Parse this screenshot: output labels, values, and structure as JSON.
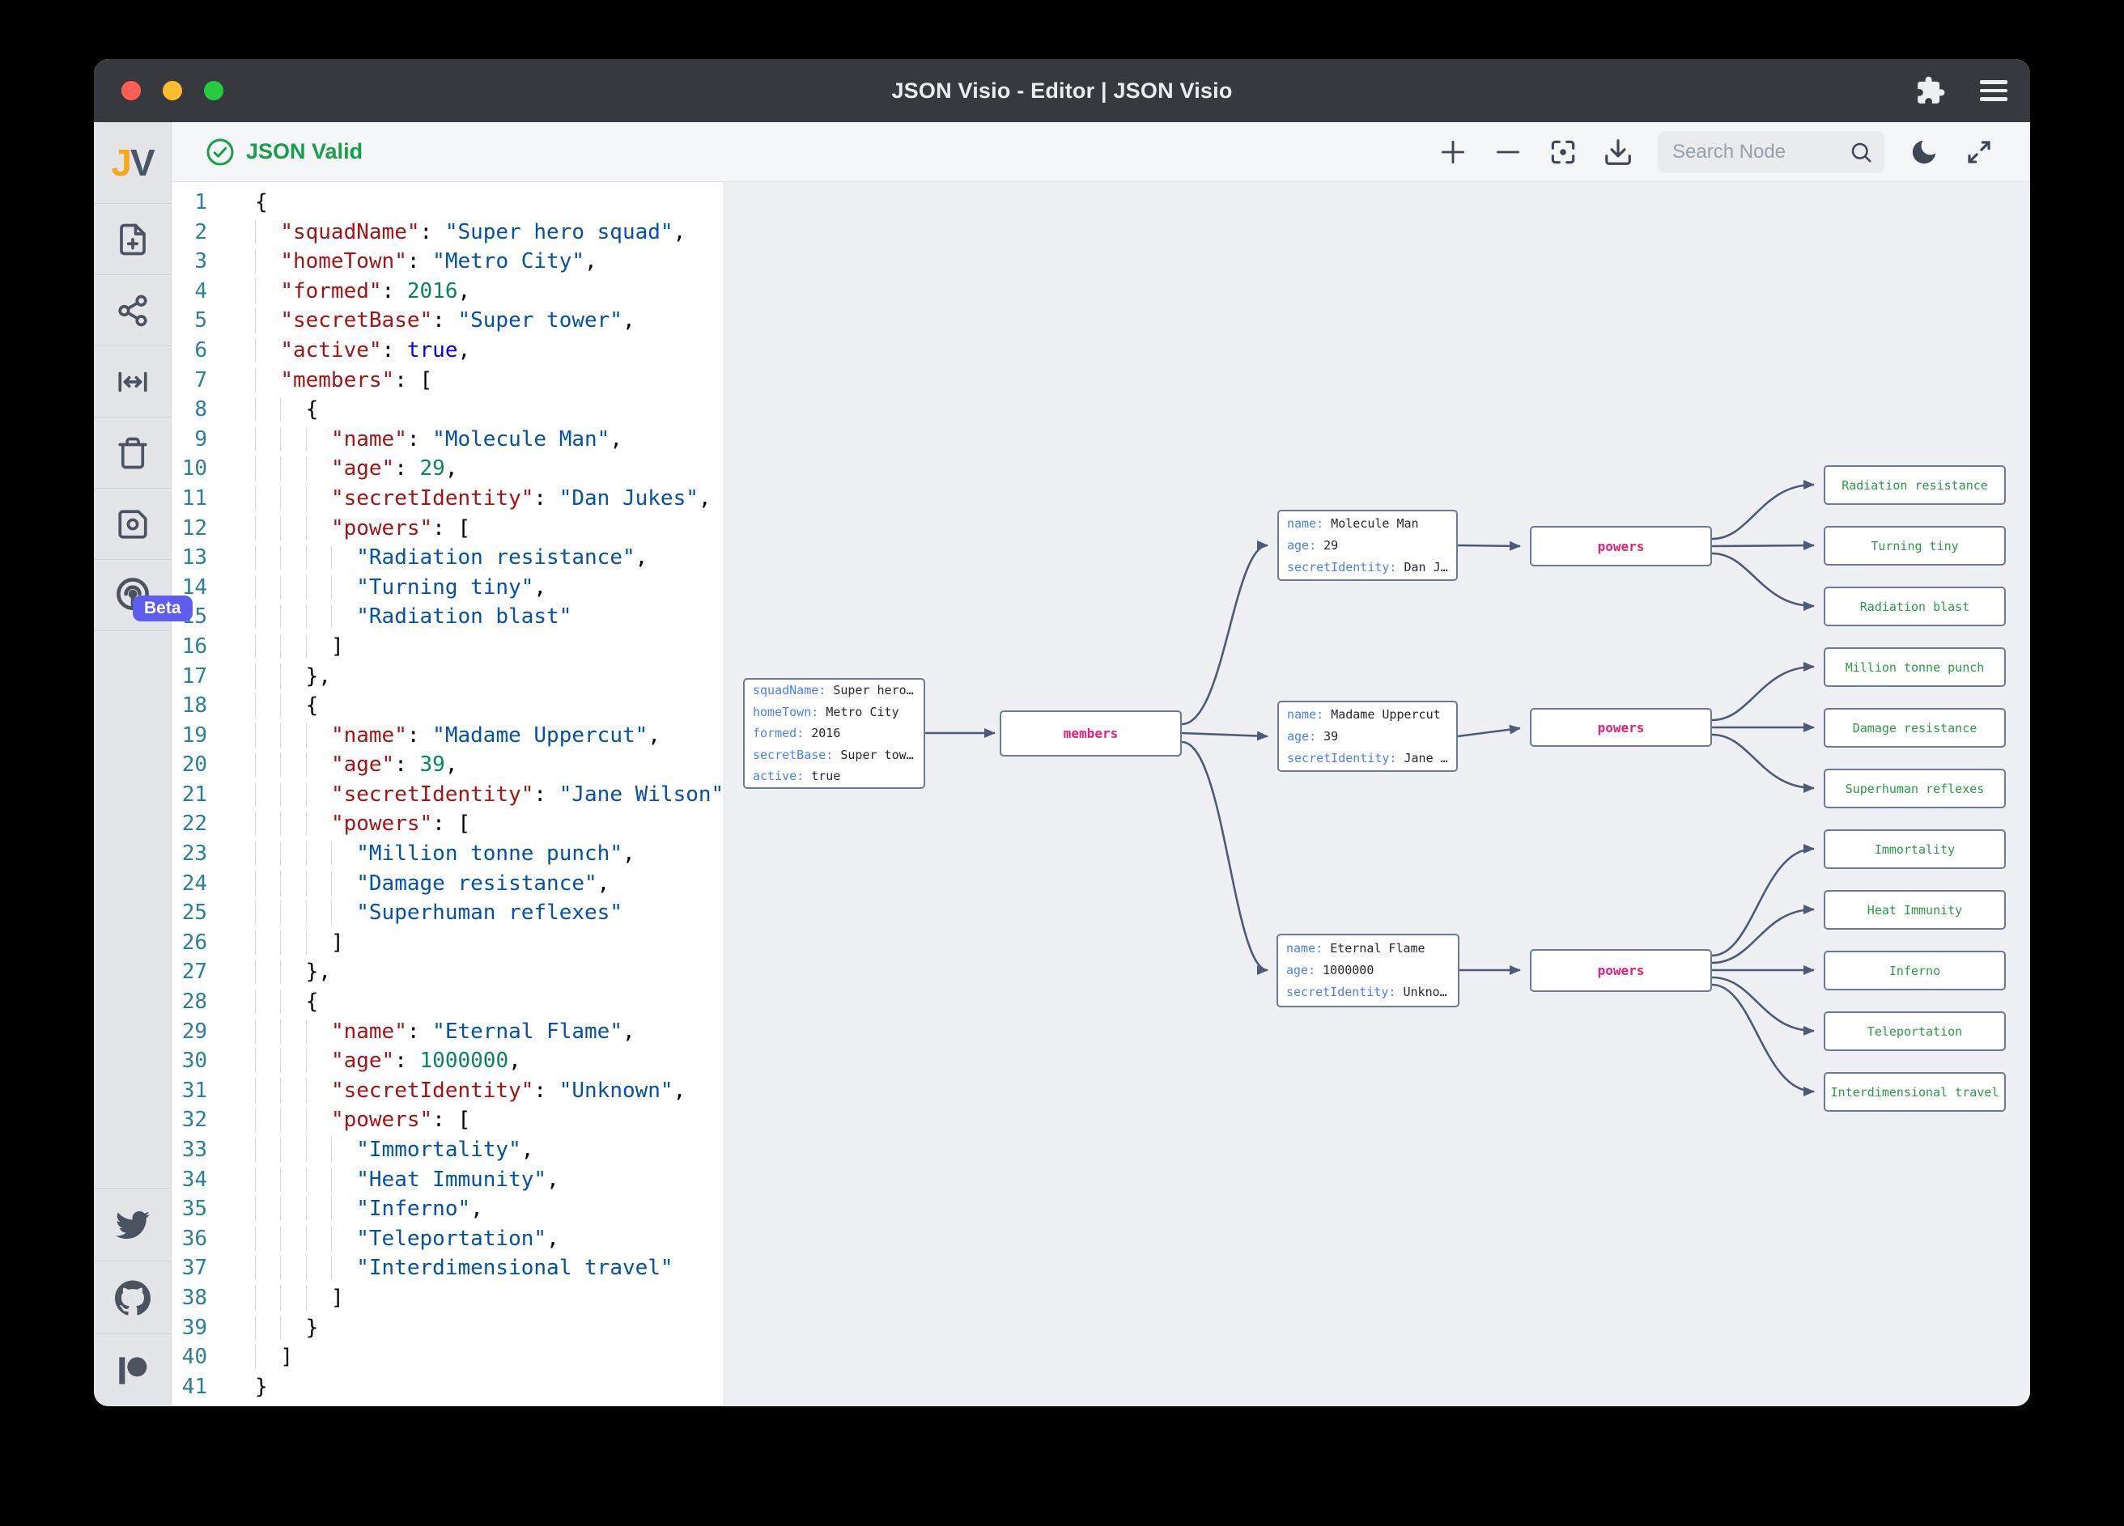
{
  "window": {
    "title": "JSON Visio - Editor | JSON Visio"
  },
  "titlebar_icons": [
    "extension-puzzle-icon",
    "menu-icon"
  ],
  "traffic_lights": {
    "close": "#ff5f57",
    "minimize": "#febc2e",
    "zoom": "#28c840"
  },
  "sidebar": {
    "logo": {
      "j": "J",
      "v": "V"
    },
    "icons": [
      "new-document-icon",
      "graph-share-icon",
      "expand-width-icon",
      "trash-icon",
      "save-icon",
      "live-transform-icon"
    ],
    "beta_badge": "Beta",
    "social_icons": [
      "twitter-icon",
      "github-icon",
      "patreon-icon"
    ]
  },
  "toolbar": {
    "status": "JSON Valid",
    "search_placeholder": "Search Node",
    "icons": [
      "zoom-in-icon",
      "zoom-out-icon",
      "center-focus-icon",
      "download-icon",
      "dark-mode-moon-icon",
      "fullscreen-icon"
    ]
  },
  "editor": {
    "lines": [
      "{",
      "  \"squadName\": \"Super hero squad\",",
      "  \"homeTown\": \"Metro City\",",
      "  \"formed\": 2016,",
      "  \"secretBase\": \"Super tower\",",
      "  \"active\": true,",
      "  \"members\": [",
      "    {",
      "      \"name\": \"Molecule Man\",",
      "      \"age\": 29,",
      "      \"secretIdentity\": \"Dan Jukes\",",
      "      \"powers\": [",
      "        \"Radiation resistance\",",
      "        \"Turning tiny\",",
      "        \"Radiation blast\"",
      "      ]",
      "    },",
      "    {",
      "      \"name\": \"Madame Uppercut\",",
      "      \"age\": 39,",
      "      \"secretIdentity\": \"Jane Wilson\",",
      "      \"powers\": [",
      "        \"Million tonne punch\",",
      "        \"Damage resistance\",",
      "        \"Superhuman reflexes\"",
      "      ]",
      "    },",
      "    {",
      "      \"name\": \"Eternal Flame\",",
      "      \"age\": 1000000,",
      "      \"secretIdentity\": \"Unknown\",",
      "      \"powers\": [",
      "        \"Immortality\",",
      "        \"Heat Immunity\",",
      "        \"Inferno\",",
      "        \"Teleportation\",",
      "        \"Interdimensional travel\"",
      "      ]",
      "    }",
      "  ]",
      "}"
    ]
  },
  "graph": {
    "root": {
      "rows": [
        {
          "key": "squadName:",
          "value": "Super hero…"
        },
        {
          "key": "homeTown:",
          "value": "Metro City"
        },
        {
          "key": "formed:",
          "value": "2016"
        },
        {
          "key": "secretBase:",
          "value": "Super tow…"
        },
        {
          "key": "active:",
          "value": "true"
        }
      ]
    },
    "members_label": "members",
    "powers_label": "powers",
    "members": [
      {
        "rows": [
          {
            "key": "name:",
            "value": "Molecule Man"
          },
          {
            "key": "age:",
            "value": "29"
          },
          {
            "key": "secretIdentity:",
            "value": "Dan J…"
          }
        ]
      },
      {
        "rows": [
          {
            "key": "name:",
            "value": "Madame Uppercut"
          },
          {
            "key": "age:",
            "value": "39"
          },
          {
            "key": "secretIdentity:",
            "value": "Jane …"
          }
        ]
      },
      {
        "rows": [
          {
            "key": "name:",
            "value": "Eternal Flame"
          },
          {
            "key": "age:",
            "value": "1000000"
          },
          {
            "key": "secretIdentity:",
            "value": "Unkno…"
          }
        ]
      }
    ],
    "leaves": [
      "Radiation resistance",
      "Turning tiny",
      "Radiation blast",
      "Million tonne punch",
      "Damage resistance",
      "Superhuman reflexes",
      "Immortality",
      "Heat Immunity",
      "Inferno",
      "Teleportation",
      "Interdimensional travel"
    ]
  },
  "colors": {
    "status_green": "#18a048",
    "node_key_blue": "#4d7ef7",
    "node_label_pink": "#ec1e79",
    "node_leaf_green": "#2b9a47",
    "node_border": "#6d7a93",
    "edge": "#4d5b76",
    "editor_key": "#a31515",
    "editor_string": "#0451a5",
    "editor_number": "#098658",
    "editor_bool": "#0000ff",
    "beta_badge_bg": "#5f5cf1",
    "logo_j": "#f7a81b"
  }
}
